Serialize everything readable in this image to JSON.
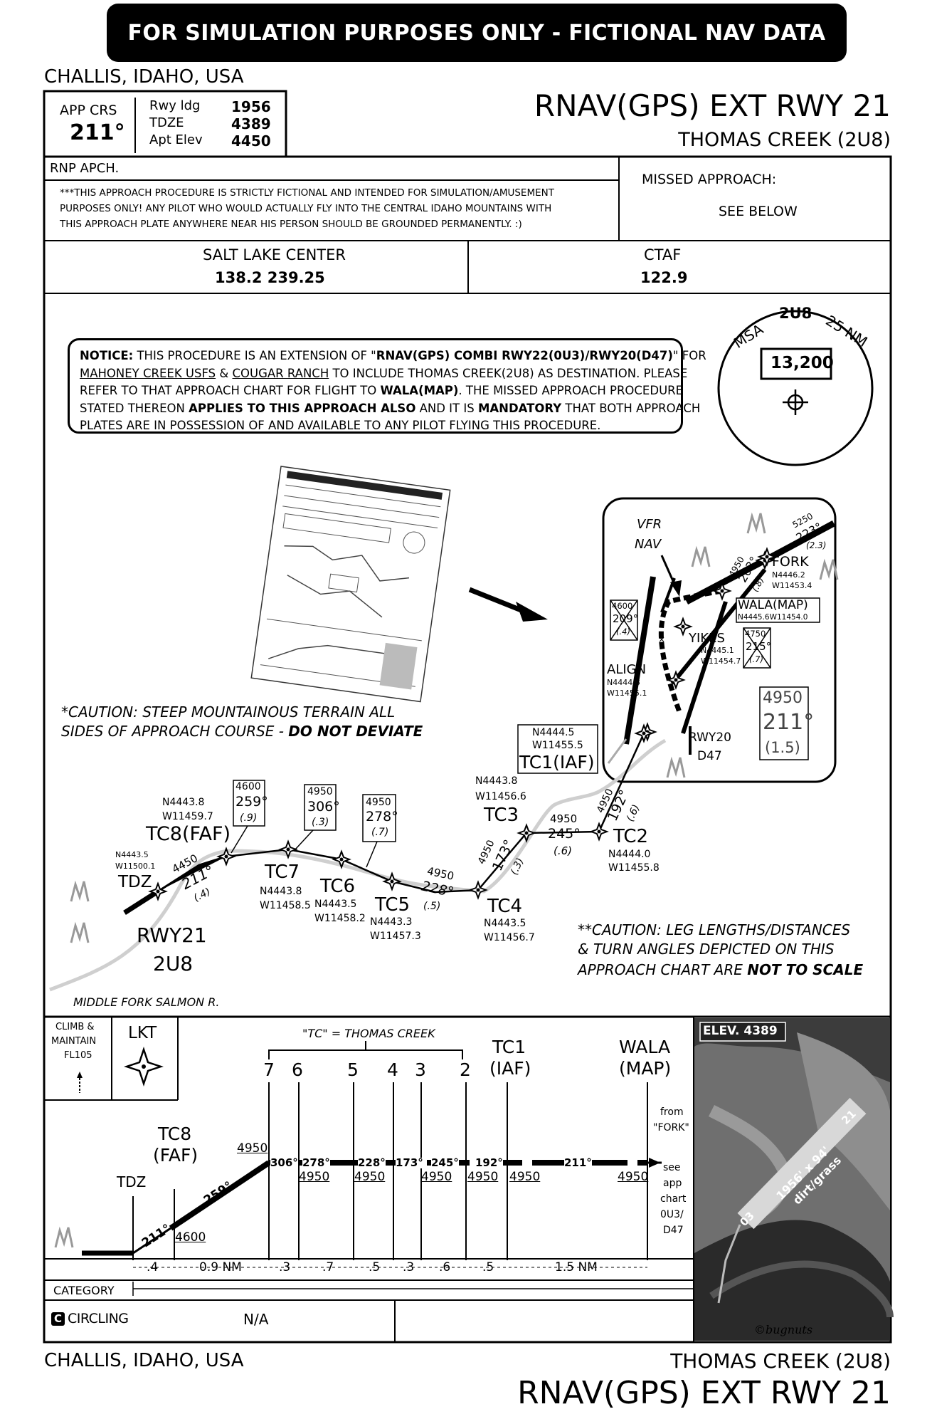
{
  "banner": "FOR SIMULATION PURPOSES ONLY - FICTIONAL NAV DATA",
  "location": "CHALLIS, IDAHO, USA",
  "approach": {
    "crs_label": "APP CRS",
    "crs_value": "211°",
    "rwy_ldg_label": "Rwy ldg",
    "rwy_ldg_value": "1956",
    "tdze_label": "TDZE",
    "tdze_value": "4389",
    "apt_elev_label": "Apt Elev",
    "apt_elev_value": "4450"
  },
  "procedure_title": "RNAV(GPS) EXT RWY 21",
  "airport": "THOMAS CREEK (2U8)",
  "rnp": "RNP APCH.",
  "disclaimer": {
    "line1": "***THIS APPROACH PROCEDURE IS STRICTLY FICTIONAL AND INTENDED FOR SIMULATION/AMUSEMENT",
    "line2": "PURPOSES ONLY!  ANY PILOT WHO WOULD ACTUALLY FLY INTO THE CENTRAL IDAHO MOUNTAINS WITH",
    "line3": "THIS APPROACH PLATE ANYWHERE NEAR HIS PERSON SHOULD BE GROUNDED PERMANENTLY. :)"
  },
  "missed_approach": {
    "label": "MISSED APPROACH:",
    "value": "SEE BELOW"
  },
  "comms": {
    "center_label": "SALT LAKE CENTER",
    "center_freq": "138.2  239.25",
    "ctaf_label": "CTAF",
    "ctaf_freq": "122.9"
  },
  "notice": {
    "lead": "NOTICE:",
    "l1a": " THIS PROCEDURE IS AN EXTENSION OF \"",
    "l1b": "RNAV(GPS) COMBI RWY22(0U3)/RWY20(D47)",
    "l1c": "\" FOR",
    "l2a": "MAHONEY CREEK USFS",
    "l2b": " & ",
    "l2c": "COUGAR RANCH",
    "l2d": " TO INCLUDE THOMAS CREEK(2U8) AS DESTINATION. PLEASE",
    "l3a": "REFER TO THAT APPROACH CHART FOR FLIGHT TO ",
    "l3b": "WALA(MAP)",
    "l3c": ".  THE MISSED APPROACH PROCEDURE",
    "l4a": "STATED THEREON ",
    "l4b": "APPLIES TO THIS APPROACH ALSO",
    "l4c": " AND IT IS ",
    "l4d": "MANDATORY",
    "l4e": " THAT BOTH APPROACH",
    "l5": "PLATES ARE IN POSSESSION OF AND AVAILABLE TO ANY PILOT FLYING THIS PROCEDURE."
  },
  "msa": {
    "airport": "2U8",
    "label_msa": "MSA",
    "label_radius": "25 NM",
    "altitude": "13,200"
  },
  "caution_terrain": {
    "line1": "*CAUTION: STEEP MOUNTAINOUS TERRAIN ALL",
    "line2a": "SIDES OF APPROACH COURSE - ",
    "line2b": "DO NOT DEVIATE"
  },
  "caution_scale": {
    "line1": "**CAUTION:  LEG LENGTHS/DISTANCES",
    "line2": "& TURN ANGLES DEPICTED ON THIS",
    "line3a": "APPROACH CHART ARE ",
    "line3b": "NOT TO SCALE"
  },
  "inset": {
    "vfr": "VFR",
    "nav": "NAV",
    "fork": "FORK",
    "fork_n": "N4446.2",
    "fork_w": "W11453.4",
    "wala": "WALA(MAP)",
    "wala_coord": "N4445.6W11454.0",
    "yikes": "YIKES",
    "yikes_n": "N4445.1",
    "yikes_w": "W11454.7",
    "align": "ALIGN",
    "align_n": "N4444.8",
    "align_w": "W11455.1",
    "rwy20": "RWY20",
    "d47": "D47",
    "leg_5250": "5250",
    "leg_223": "223°",
    "leg_23": "(2.3)",
    "leg_4950": "4950",
    "leg_203": "203°",
    "leg_08": "(.8)",
    "x_4600": "4600",
    "x_209": "209°",
    "x_04": "(.4)",
    "x_4750": "4750",
    "x_215": "215°",
    "x_07": "(.7)",
    "big_4950": "4950",
    "big_211": "211°",
    "big_15": "(1.5)"
  },
  "fixes": {
    "tc1_n": "N4444.5",
    "tc1_w": "W11455.5",
    "tc1": "TC1(IAF)",
    "tc2": "TC2",
    "tc2_n": "N4444.0",
    "tc2_w": "W11455.8",
    "tc3": "TC3",
    "tc3_n": "N4443.8",
    "tc3_w": "W11456.6",
    "tc4": "TC4",
    "tc4_n": "N4443.5",
    "tc4_w": "W11456.7",
    "tc5": "TC5",
    "tc5_n": "N4443.3",
    "tc5_w": "W11457.3",
    "tc6": "TC6",
    "tc6_n": "N4443.5",
    "tc6_w": "W11458.2",
    "tc7": "TC7",
    "tc7_n": "N4443.8",
    "tc7_w": "W11458.5",
    "tc8": "TC8(FAF)",
    "tc8_n": "N4443.8",
    "tc8_w": "W11459.7",
    "tdz": "TDZ",
    "tdz_n": "N4443.5",
    "tdz_w": "W11500.1",
    "rwy21": "RWY21",
    "apt": "2U8",
    "river": "MIDDLE FORK SALMON R."
  },
  "legs": {
    "tc2_tc1_alt": "4950",
    "tc2_tc1_crs": "192°",
    "tc2_tc1_dist": "(.6)",
    "tc3_tc2_alt": "4950",
    "tc3_tc2_crs": "245°",
    "tc3_tc2_dist": "(.6)",
    "tc4_tc3_alt": "4950",
    "tc4_tc3_crs": "173°",
    "tc4_tc3_dist": "(.3)",
    "tc5_tc4_alt": "4950",
    "tc5_tc4_crs": "228°",
    "tc5_tc4_dist": "(.5)",
    "tc6_tc5_alt": "4950",
    "tc6_tc5_crs": "278°",
    "tc6_tc5_dist": "(.7)",
    "tc7_tc6_alt": "4950",
    "tc7_tc6_crs": "306°",
    "tc7_tc6_dist": "(.3)",
    "tc8_tc7_alt": "4600",
    "tc8_tc7_crs": "259°",
    "tc8_tc7_dist": "(.9)",
    "final_alt": "4450",
    "final_crs": "211°",
    "final_dist": "(.4)"
  },
  "profile": {
    "climb1": "CLIMB &",
    "climb2": "MAINTAIN",
    "climb3": "FL105",
    "lkt": "LKT",
    "tc_note": "\"TC\" = THOMAS CREEK",
    "fix_7": "7",
    "fix_6": "6",
    "fix_5": "5",
    "fix_4": "4",
    "fix_3": "3",
    "fix_2": "2",
    "tc1a": "TC1",
    "tc1b": "(IAF)",
    "wala_a": "WALA",
    "wala_b": "(MAP)",
    "tc8a": "TC8",
    "tc8b": "(FAF)",
    "tdz": "TDZ",
    "alt_4950a": "4950",
    "alt_4600": "4600",
    "c_211a": "211°",
    "c_259": "259°",
    "c_306": "306°",
    "c_278": "278°",
    "c_228": "228°",
    "c_173": "173°",
    "c_245": "245°",
    "c_192": "192°",
    "c_211b": "211°",
    "b1": "4950",
    "b2": "4950",
    "b3": "4950",
    "b4": "4950",
    "b5": "4950",
    "b6": "4950",
    "from1": "from",
    "from2": "\"FORK\"",
    "see1": "see",
    "see2": "app",
    "see3": "chart",
    "see4": "0U3/",
    "see5": "D47",
    "d1": ".4",
    "d2": "0.9 NM",
    "d3": ".3",
    "d4": ".7",
    "d5": ".5",
    "d6": ".3",
    "d7": ".6",
    "d8": ".5",
    "d9": "1.5 NM"
  },
  "minima": {
    "category": "CATEGORY",
    "circling_badge": "C",
    "circling": "CIRCLING",
    "value": "N/A"
  },
  "photo": {
    "elev": "ELEV. 4389",
    "rwy_dims": "1956' x 94'",
    "surface": "dirt/grass",
    "end_a": "21",
    "end_b": "03"
  },
  "credit": "©bugnuts",
  "footer": {
    "location": "CHALLIS, IDAHO, USA",
    "airport": "THOMAS CREEK (2U8)",
    "title": "RNAV(GPS) EXT RWY 21"
  }
}
